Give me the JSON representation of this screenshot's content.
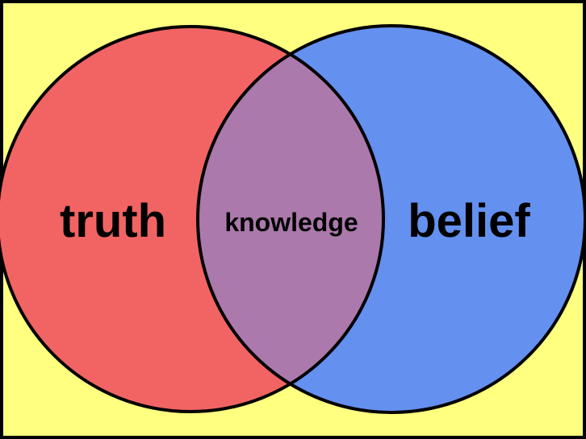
{
  "colors": {
    "background": "#FFFF80",
    "border": "#000000",
    "truth_circle": "#F26464",
    "belief_circle": "#6490F0",
    "overlap": "#AB79AB",
    "outline": "#000000"
  },
  "diagram": {
    "sets": [
      {
        "id": "truth",
        "label": "truth"
      },
      {
        "id": "belief",
        "label": "belief"
      }
    ],
    "intersection": {
      "label": "knowledge"
    }
  }
}
